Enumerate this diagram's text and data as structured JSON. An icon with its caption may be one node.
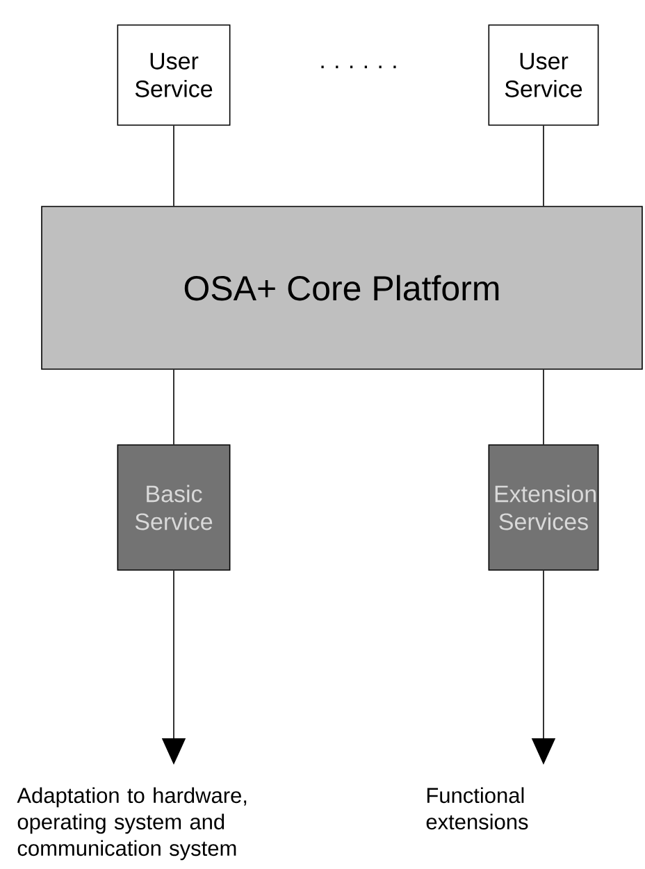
{
  "diagram": {
    "nodes": [
      {
        "text": [
          "User Service"
        ]
      },
      {
        "text": [
          "User Service"
        ]
      },
      {
        "text": [
          "OSA+ Core Platform"
        ]
      },
      {
        "text": [
          "Basic Service"
        ]
      },
      {
        "text": [
          "Extension Services"
        ]
      },
      {
        "text": [
          "Adaptation to hardware, operating system and communication system"
        ]
      },
      {
        "text": [
          "Functional extensions"
        ]
      }
    ],
    "edges": [
      {
        "from": 0,
        "to": 2,
        "arrow": "none"
      },
      {
        "from": 1,
        "to": 2,
        "arrow": "none"
      },
      {
        "from": 2,
        "to": 3,
        "arrow": "none"
      },
      {
        "from": 2,
        "to": 4,
        "arrow": "none"
      },
      {
        "from": 3,
        "to": 5,
        "arrow": "to"
      },
      {
        "from": 4,
        "to": 6,
        "arrow": "to"
      }
    ],
    "labels": [
      "· · ·  · · ·"
    ]
  }
}
